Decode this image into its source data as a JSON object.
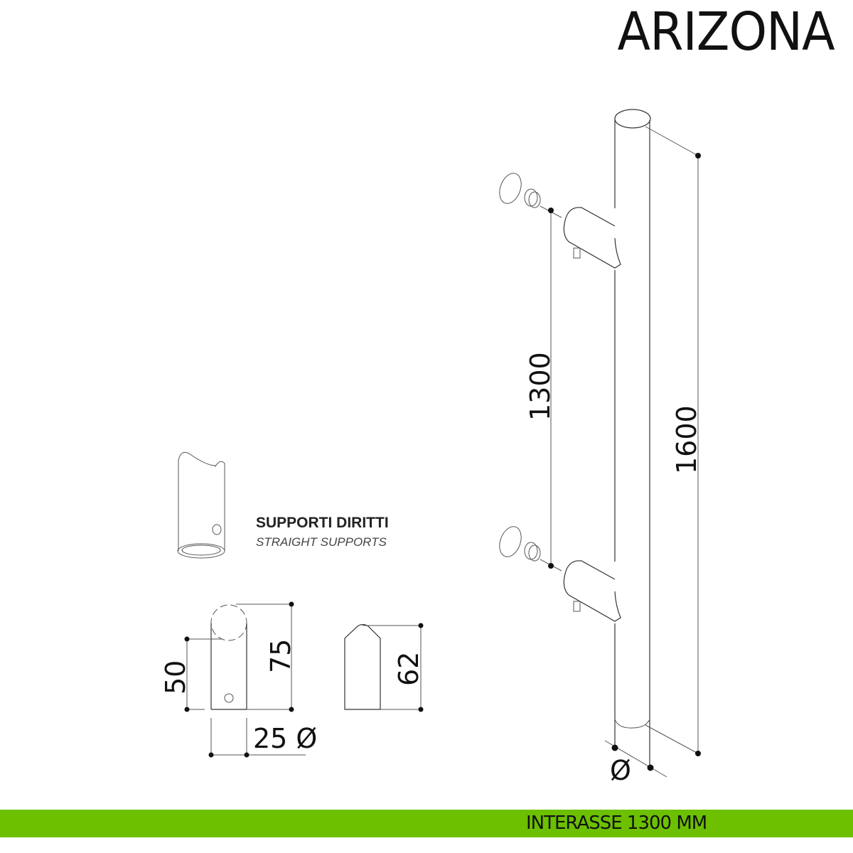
{
  "header": {
    "title": "ARIZONA"
  },
  "supports": {
    "title": "SUPPORTI DIRITTI",
    "subtitle": "STRAIGHT SUPPORTS"
  },
  "dimensions": {
    "interaxis": "1300",
    "total_length": "1600",
    "diameter_symbol": "Ø",
    "support_height": "50",
    "support_total": "75",
    "support_diameter": "25 Ø",
    "support_side": "62"
  },
  "footer": {
    "label": "INTERASSE 1300 MM",
    "color": "#6cc000"
  }
}
